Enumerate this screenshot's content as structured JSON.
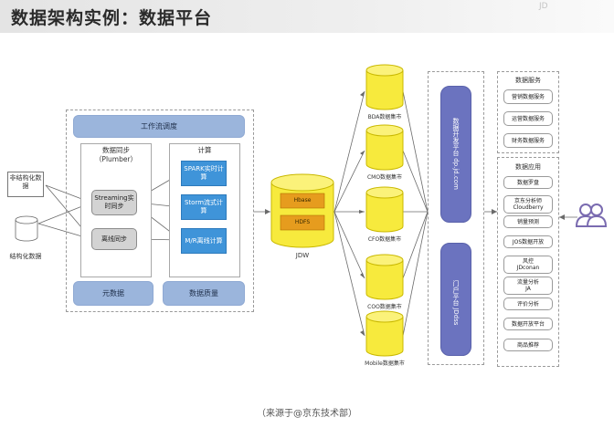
{
  "header": {
    "title": "数据架构实例：数据平台",
    "logo_text": "JD"
  },
  "sources": {
    "unstructured": "非结构化数据",
    "structured": "结构化数据"
  },
  "workflow": {
    "scheduler": "工作流调度",
    "sync_title": "数据同步",
    "sync_subtitle": "（Plumber）",
    "streaming": "Streaming实时同步",
    "offline": "离线同步",
    "compute_title": "计算",
    "spark": "SPARK实时计算",
    "storm": "Storm流式计算",
    "mr": "M/R离线计算",
    "metadata": "元数据",
    "quality": "数据质量"
  },
  "jdw": {
    "hbase": "Hbase",
    "hdfs": "HDFS",
    "label": "JDW"
  },
  "marts": [
    "BDA数据集市",
    "CMO数据集市",
    "CFO数据集市",
    "COO数据集市",
    "Mobile数据集市"
  ],
  "platforms": {
    "dev_platform": "数据开发平台 dp.jd.com",
    "portal": "门户平台 JDdss"
  },
  "services": {
    "title": "数据服务",
    "items": [
      "营销数据服务",
      "运营数据服务",
      "财务数据服务"
    ]
  },
  "apps": {
    "title": "数据应用",
    "items": [
      {
        "line1": "数据罗盘",
        "line2": ""
      },
      {
        "line1": "京东分析师",
        "line2": "Cloudberry"
      },
      {
        "line1": "销量预测",
        "line2": ""
      },
      {
        "line1": "JOS数据开放",
        "line2": ""
      },
      {
        "line1": "风控",
        "line2": "JDconan"
      },
      {
        "line1": "流量分析",
        "line2": "JA"
      },
      {
        "line1": "评价分析",
        "line2": ""
      },
      {
        "line1": "数据开放平台",
        "line2": ""
      },
      {
        "line1": "商品推荐",
        "line2": ""
      }
    ]
  },
  "caption": "（来源于@京东技术部）",
  "colors": {
    "scheduler_blue": "#9bb5dc",
    "compute_blue": "#3f94d9",
    "cylinder_yellow": "#f7ea3d",
    "jdw_orange": "#e69c1e",
    "platform_purple": "#6b73bf",
    "users_purple": "#7a6bb0"
  }
}
